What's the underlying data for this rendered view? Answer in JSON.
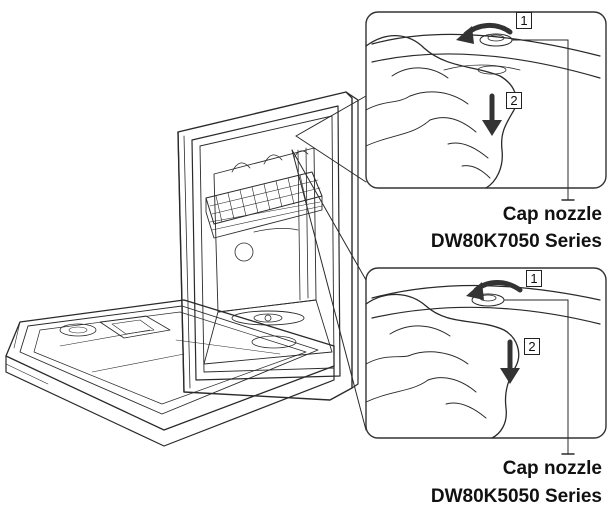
{
  "panels": [
    {
      "label": "Cap nozzle",
      "series": "DW80K7050 Series",
      "step_1": "1",
      "step_2": "2"
    },
    {
      "label": "Cap nozzle",
      "series": "DW80K5050 Series",
      "step_1": "1",
      "step_2": "2"
    }
  ],
  "colors": {
    "line": "#2a2a2a",
    "panel_border": "#333333",
    "panel_fill": "#ffffff",
    "text": "#111111"
  }
}
